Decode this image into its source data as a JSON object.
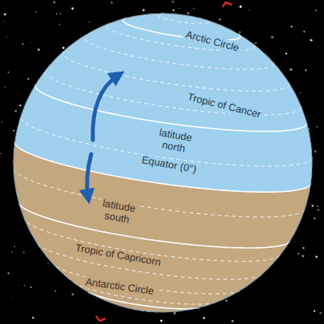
{
  "diagram": {
    "labels": [
      "Arctic Circle",
      "Tropic of Cancer",
      "latitude north",
      "Equator (0°)",
      "latitude south",
      "Tropic of Capricorn",
      "Antarctic Circle"
    ]
  }
}
